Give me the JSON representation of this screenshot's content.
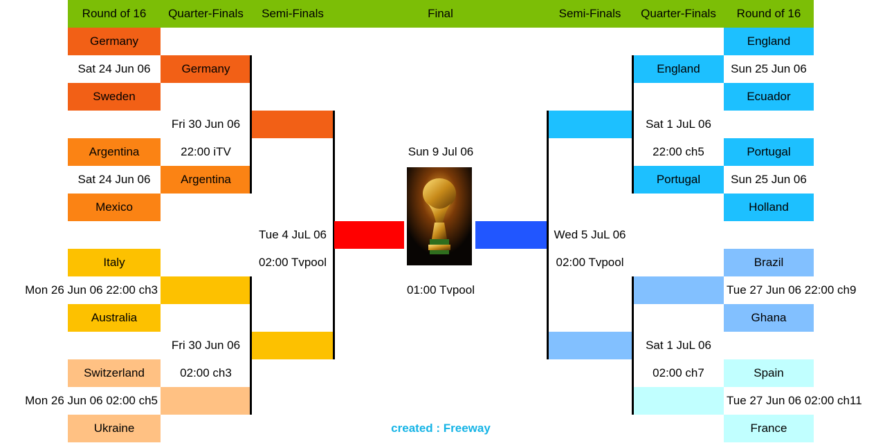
{
  "headers": {
    "left_r16": "Round of 16",
    "left_qf": "Quarter-Finals",
    "left_sf": "Semi-Finals",
    "final": "Final",
    "right_sf": "Semi-Finals",
    "right_qf": "Quarter-Finals",
    "right_r16": "Round of 16"
  },
  "left": {
    "r16": {
      "germany": "Germany",
      "m1_date": "Sat 24 Jun 06",
      "sweden": "Sweden",
      "argentina": "Argentina",
      "m2_date": "Sat 24 Jun 06",
      "mexico": "Mexico",
      "italy": "Italy",
      "m3_info": "Mon 26 Jun 06  22:00  ch3",
      "australia": "Australia",
      "switzerland": "Switzerland",
      "m4_info": "Mon 26 Jun 06  02:00  ch5",
      "ukraine": "Ukraine"
    },
    "qf": {
      "team1": "Germany",
      "q1_date": "Fri 30 Jun 06",
      "q1_time": "22:00   iTV",
      "team2": "Argentina",
      "q2_date": "Fri 30 Jun 06",
      "q2_time": "02:00  ch3"
    },
    "sf": {
      "date": "Tue 4 JuL 06",
      "time": "02:00  Tvpool"
    }
  },
  "final": {
    "date": "Sun 9 Jul 06",
    "time": "01:00  Tvpool",
    "credit": "created : Freeway"
  },
  "right": {
    "r16": {
      "england": "England",
      "m1_date": "Sun 25 Jun 06",
      "ecuador": "Ecuador",
      "portugal": "Portugal",
      "m2_date": "Sun 25 Jun 06",
      "holland": "Holland",
      "brazil": "Brazil",
      "m3_info": "Tue 27 Jun 06  22:00  ch9",
      "ghana": "Ghana",
      "spain": "Spain",
      "m4_info": "Tue 27 Jun 06  02:00  ch11",
      "france": "France"
    },
    "qf": {
      "team1": "England",
      "q1_date": "Sat 1 JuL 06",
      "q1_time": "22:00  ch5",
      "team2": "Portugal",
      "q2_date": "Sat 1 JuL 06",
      "q2_time": "02:00  ch7"
    },
    "sf": {
      "date": "Wed 5 JuL 06",
      "time": "02:00  Tvpool"
    }
  },
  "colors": {
    "header_green": "#7cbe06",
    "left_top_orange_red": "#f26016",
    "left_orange": "#fb8314",
    "left_yellow": "#fdc100",
    "left_peach": "#ffc183",
    "final_red": "#ff0000",
    "final_blue": "#2156ff",
    "right_cyan": "#1dc0ff",
    "right_light_blue": "#82c0ff",
    "right_pale_cyan": "#c1ffff",
    "credit_blue": "#16b4e6"
  },
  "icons": {
    "trophy": "world-cup-trophy-image"
  }
}
